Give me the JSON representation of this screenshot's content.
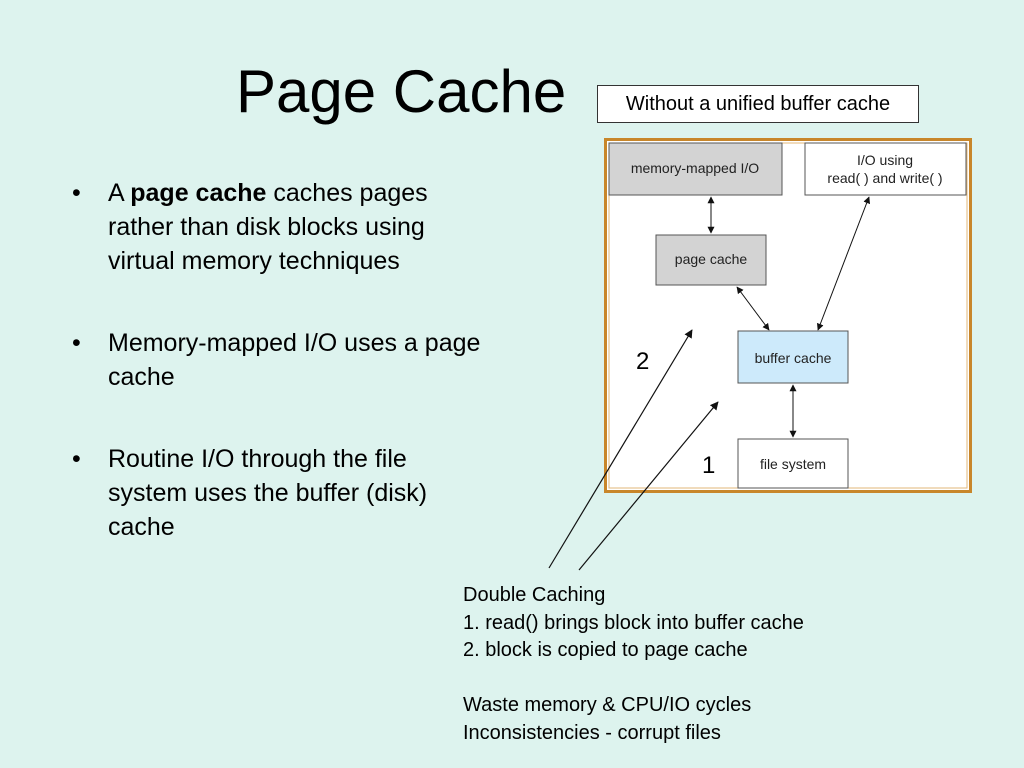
{
  "slide": {
    "title": "Page Cache",
    "caption": "Without a unified buffer cache"
  },
  "bullets": [
    {
      "prefix": "A ",
      "bold": "page cache",
      "rest": " caches pages rather than disk blocks using virtual memory techniques"
    },
    {
      "prefix": "Memory-mapped I/O uses a page cache",
      "bold": "",
      "rest": ""
    },
    {
      "prefix": "Routine I/O through the file system uses the buffer (disk) cache",
      "bold": "",
      "rest": ""
    }
  ],
  "diagram": {
    "nodes": {
      "memory_mapped_io": "memory-mapped I/O",
      "io_using_line1": "I/O using",
      "io_using_line2": "read( ) and write( )",
      "page_cache": "page cache",
      "buffer_cache": "buffer cache",
      "file_system": "file system"
    },
    "markers": {
      "two": "2",
      "one": "1"
    },
    "colors": {
      "frame_border": "#c8862a",
      "gray_node": "#d3d3d3",
      "buffer_node": "#cdeafb",
      "white_node": "#ffffff"
    }
  },
  "notes": [
    "Double Caching",
    "1. read() brings block into buffer cache",
    "2. block is copied to page cache",
    "",
    "Waste memory & CPU/IO cycles",
    "Inconsistencies - corrupt files"
  ]
}
